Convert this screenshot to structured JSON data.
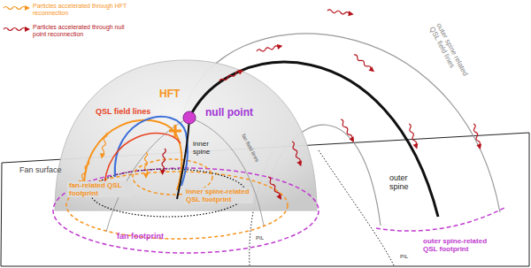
{
  "diagram": {
    "labels": [
      "HFT",
      "QSL field lines",
      "null point",
      "Fan surface",
      "inner spine",
      "fan field lines",
      "fan-related QSL footprint",
      "inner spine-related QSL footprint",
      "fan footprint",
      "PIL",
      "PIL",
      "outer spine",
      "outer spine related QSL field lines",
      "outer spine-related QSL footprint"
    ],
    "legend": [
      {
        "text": "Particles accelerated through HFT reconnection"
      },
      {
        "text": "Particles accelerated through null point reconnection"
      }
    ]
  }
}
